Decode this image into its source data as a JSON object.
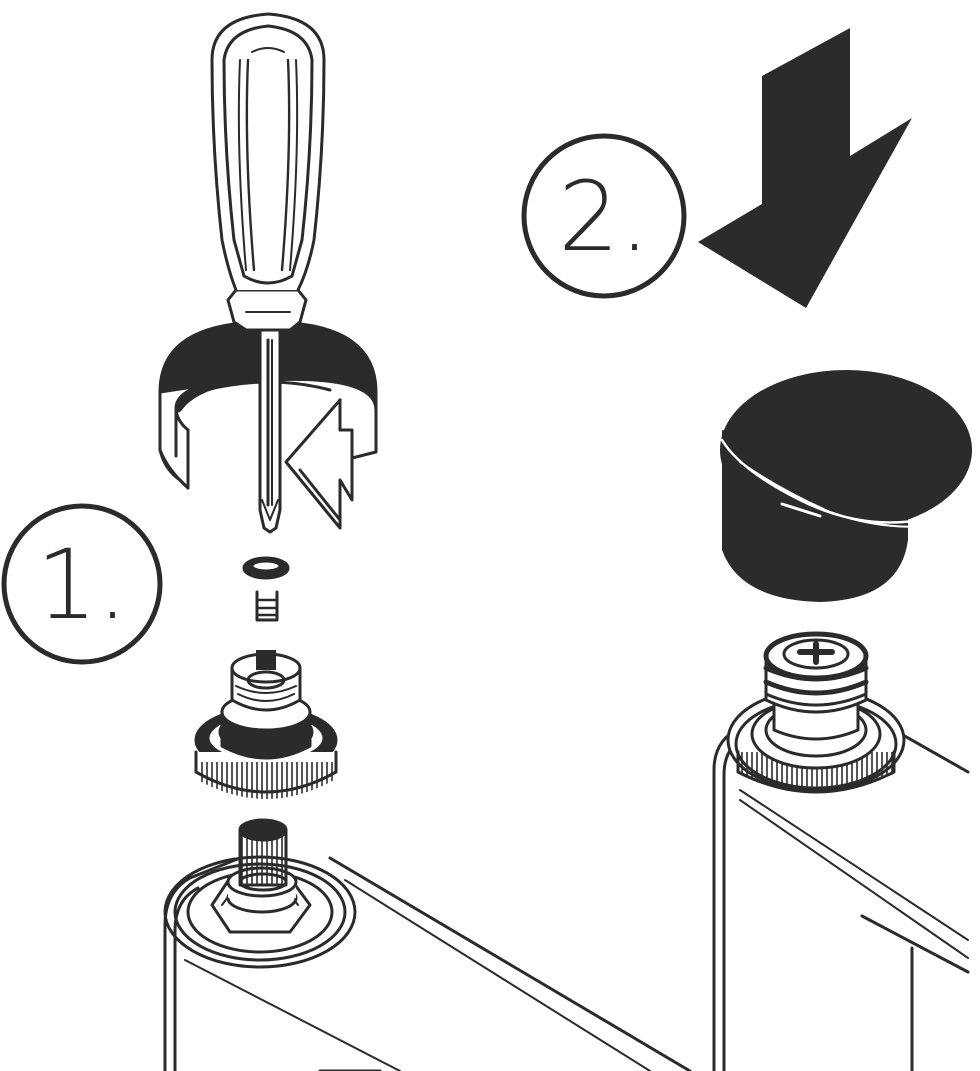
{
  "steps": [
    {
      "number": "1.",
      "action": "unscrew"
    },
    {
      "number": "2.",
      "action": "press-down"
    }
  ],
  "colors": {
    "ink": "#2b2b2b",
    "paper": "#ffffff"
  },
  "icons": [
    "screwdriver-icon",
    "rotate-arrow-icon",
    "down-arrow-icon"
  ]
}
